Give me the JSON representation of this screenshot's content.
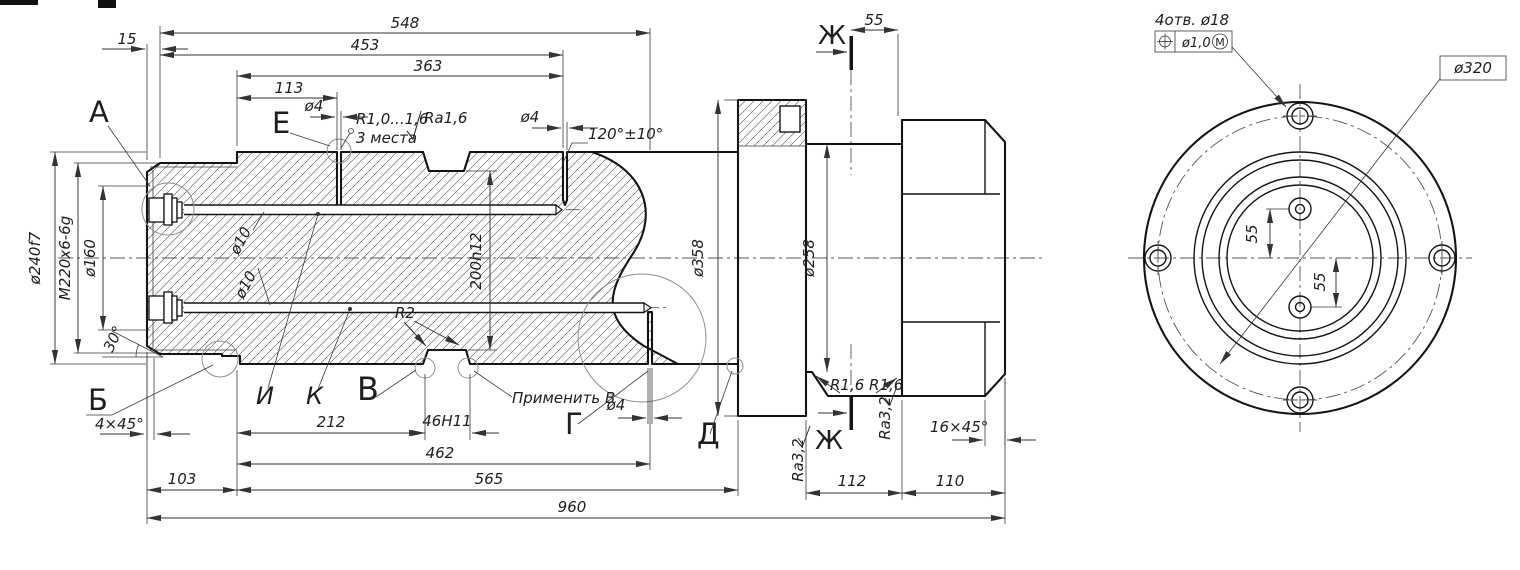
{
  "colors": {
    "ink": "#141414",
    "dim_line": "#333333",
    "background": "#ffffff"
  },
  "main_view": {
    "letters": {
      "A": "А",
      "B": "Б",
      "V": "В",
      "G": "Г",
      "D": "Д",
      "E": "Е",
      "Zh_top": "Ж",
      "Zh_bottom": "Ж",
      "I": "И",
      "K": "К"
    },
    "top_dims": {
      "d15": "15",
      "d548": "548",
      "d453": "453",
      "d363": "363",
      "d113": "113",
      "phi4_left": "ø4",
      "phi4_right": "ø4",
      "angle_drill": "120°±10°"
    },
    "notes": {
      "radius_range": "R1,0...1,6",
      "ra": "Ra1,6",
      "places": "3 места",
      "apply": "Применить В"
    },
    "inner_dims": {
      "phi10_upper": "ø10",
      "phi10_lower": "ø10",
      "h200": "200h12",
      "r2": "R2",
      "phi4_bottom": "ø4"
    },
    "left_dims": {
      "dia240": "ø240f7",
      "thread": "М220х6-6g",
      "dia160": "ø160",
      "angle30": "30°",
      "chamfer": "4×45°"
    },
    "bottom_dims": {
      "d212": "212",
      "d46": "46Н11",
      "d462": "462",
      "d103": "103",
      "d565": "565",
      "d960": "960"
    },
    "right_dims": {
      "dia358": "ø358",
      "dia258": "ø258",
      "d55": "55",
      "d112": "112",
      "d110": "110",
      "chamfer16": "16×45°",
      "r16_pair": "R1,6  R1,6",
      "ra32_left": "Ra3,2",
      "ra32_right": "Ra3,2"
    }
  },
  "end_view": {
    "holes_note": "4отв. ø18",
    "tolerance": {
      "value": "ø1,0",
      "modifier": "М"
    },
    "bolt_circle": "ø320",
    "d55_upper": "55",
    "d55_lower": "55"
  }
}
